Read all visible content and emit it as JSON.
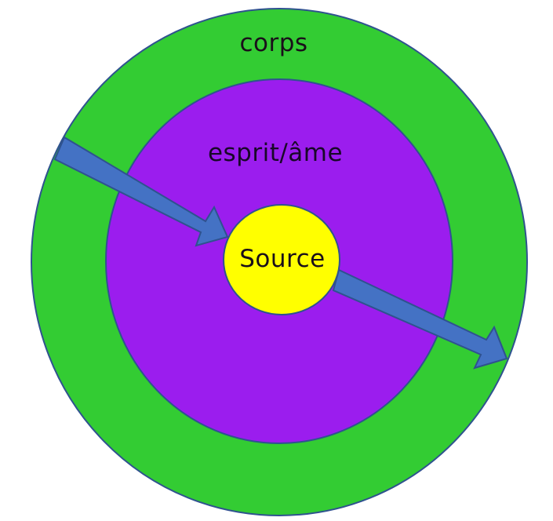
{
  "diagram": {
    "title": "",
    "layers": [
      {
        "id": "outer",
        "label": "corps",
        "color": "#33CC33"
      },
      {
        "id": "middle",
        "label": "esprit/âme",
        "color": "#9B1DEE"
      },
      {
        "id": "inner",
        "label": "Source",
        "color": "#FFFF00"
      }
    ],
    "arrows": [
      {
        "id": "arrow-inward",
        "from": "corps",
        "to": "Source",
        "color": "#4472C4",
        "outline": "#2F528F"
      },
      {
        "id": "arrow-outward",
        "from": "Source",
        "to": "corps",
        "color": "#4472C4",
        "outline": "#2F528F"
      }
    ],
    "outline_color": "#2F528F",
    "background": "#FFFFFF"
  }
}
